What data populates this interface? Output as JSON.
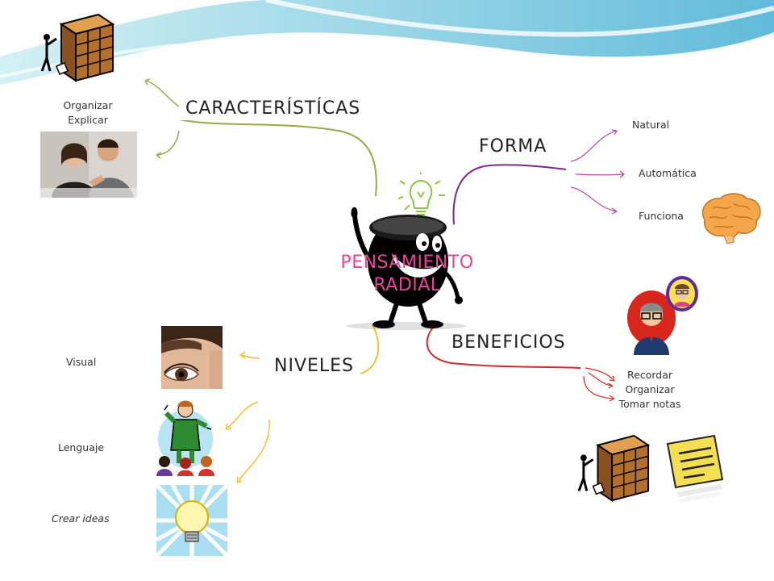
{
  "center": {
    "line1": "PENSAMIENTO",
    "line2": "RADIAL"
  },
  "branches": {
    "caracteristicas": {
      "label": "CARACTERÍSTÍCAS",
      "items": [
        "Organizar",
        "Explicar"
      ]
    },
    "forma": {
      "label": "FORMA",
      "items": [
        "Natural",
        "Automática",
        "Funciona"
      ]
    },
    "niveles": {
      "label": "NIVELES",
      "items": [
        "Visual",
        "Lenguaje",
        "Crear ideas"
      ]
    },
    "beneficios": {
      "label": "BENEFICIOS",
      "items": [
        "Recordar",
        "Organizar",
        "Tomar notas"
      ]
    }
  },
  "icons": [
    "filing-cabinet-icon",
    "meeting-photo-icon",
    "brain-icon",
    "thinking-people-icon",
    "eye-photo-icon",
    "speaker-audience-icon",
    "lightbulb-idea-icon",
    "sticky-note-icon",
    "smiley-character-icon"
  ],
  "colors": {
    "caracteristicas": "#9aa84a",
    "forma": "#7a2a8a",
    "niveles": "#f2c230",
    "beneficios": "#d62a2a",
    "center": "#e8459a"
  }
}
